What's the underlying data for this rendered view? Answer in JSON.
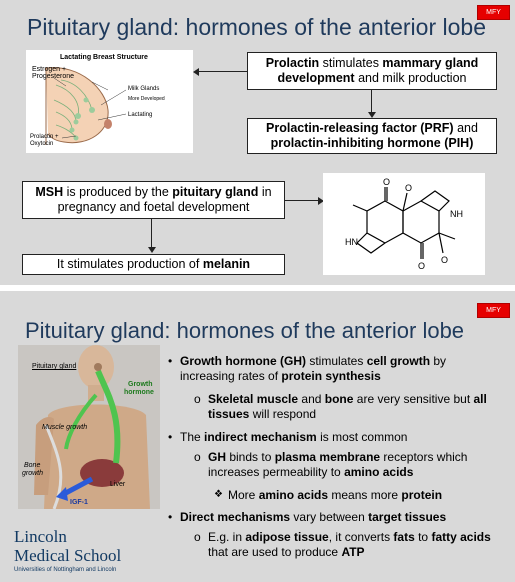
{
  "slide1": {
    "title": "Pituitary gland: hormones of the anterior lobe",
    "badge": "MFY",
    "breast_diagram": {
      "title": "Lactating Breast Structure",
      "label_estrogen": "Estrogen +",
      "label_progesterone": "Progesterone",
      "label_milk_glands": "Milk Glands",
      "label_more_developed": "More Developed",
      "label_lactating": "Lactating",
      "label_prolactin": "Prolactin +",
      "label_oxytocin": "Oxytocin"
    },
    "box_prolactin": {
      "b1": "Prolactin",
      "t1": " stimulates ",
      "b2": "mammary gland",
      "b3": "development",
      "t2": " and milk production"
    },
    "box_prf": {
      "b1": "Prolactin-releasing factor (PRF)",
      "t1": " and",
      "b2": "prolactin-inhibiting hormone (PIH)"
    },
    "box_msh": {
      "b1": "MSH",
      "t1": " is produced by the ",
      "b2": "pituitary gland",
      "t2": " in",
      "t3": "pregnancy and foetal development"
    },
    "box_melanin": {
      "t1": "It stimulates production of ",
      "b1": "melanin"
    },
    "molecule": {
      "nh_top": "NH",
      "nh_bottom": "HN",
      "oxygen": "O"
    }
  },
  "slide2": {
    "title": "Pituitary gland: hormones of the anterior lobe",
    "badge": "MFY",
    "body_image": {
      "pituitary_label": "Pituitary gland",
      "growth_hormone_1": "Growth",
      "growth_hormone_2": "hormone",
      "muscle_growth": "Muscle growth",
      "bone_growth_1": "Bone",
      "bone_growth_2": "growth",
      "liver": "Liver",
      "igf": "IGF-1"
    },
    "logo": {
      "line1": "Lincoln",
      "line2": "Medical School",
      "line3": "Universities of Nottingham and Lincoln"
    },
    "bullet_marks": {
      "level1": "•",
      "level2": "o",
      "level3": "❖"
    },
    "bullets": {
      "b1_bold1": "Growth hormone (GH)",
      "b1_t1": " stimulates ",
      "b1_bold2": "cell growth",
      "b1_t2": " by increasing rates of ",
      "b1_bold3": "protein synthesis",
      "b2_bold1": "Skeletal muscle",
      "b2_t1": " and ",
      "b2_bold2": "bone",
      "b2_t2": " are very sensitive but ",
      "b2_bold3": "all tissues",
      "b2_t3": " will respond",
      "b3_t1": "The ",
      "b3_bold1": "indirect mechanism",
      "b3_t2": " is most common",
      "b4_bold1": "GH",
      "b4_t1": " binds to ",
      "b4_bold2": "plasma membrane",
      "b4_t2": " receptors which increases permeability to ",
      "b4_bold3": "amino acids",
      "b5_t1": "More ",
      "b5_bold1": "amino acids",
      "b5_t2": " means more ",
      "b5_bold2": "protein",
      "b6_bold1": "Direct mechanisms",
      "b6_t1": " vary between ",
      "b6_bold2": "target tissues",
      "b7_t1": "E.g. in ",
      "b7_bold1": "adipose tissue",
      "b7_t2": ", it converts ",
      "b7_bold2": "fats",
      "b7_t3": " to ",
      "b7_bold3": "fatty acids",
      "b7_t4": " that are used to produce ",
      "b7_bold4": "ATP"
    }
  }
}
